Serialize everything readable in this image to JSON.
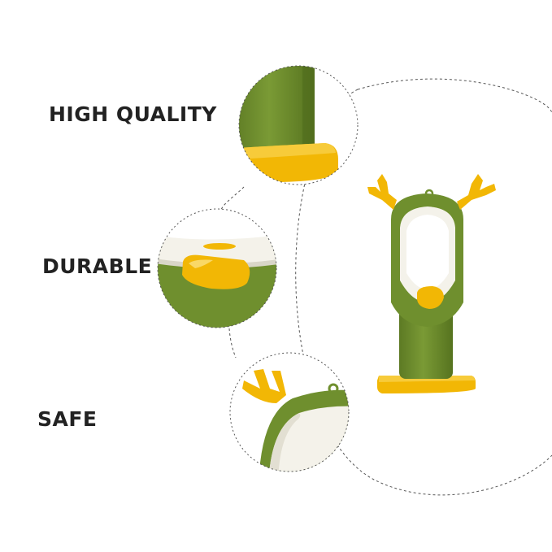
{
  "features": [
    {
      "label": "HIGH QUALITY"
    },
    {
      "label": "DURABLE"
    },
    {
      "label": "SAFE"
    }
  ],
  "colors": {
    "body_green": "#6f8f2e",
    "green_dark": "#55731f",
    "accent_yellow": "#f2b705",
    "inner_white": "#f4f2ea",
    "dash_line": "#555555"
  }
}
